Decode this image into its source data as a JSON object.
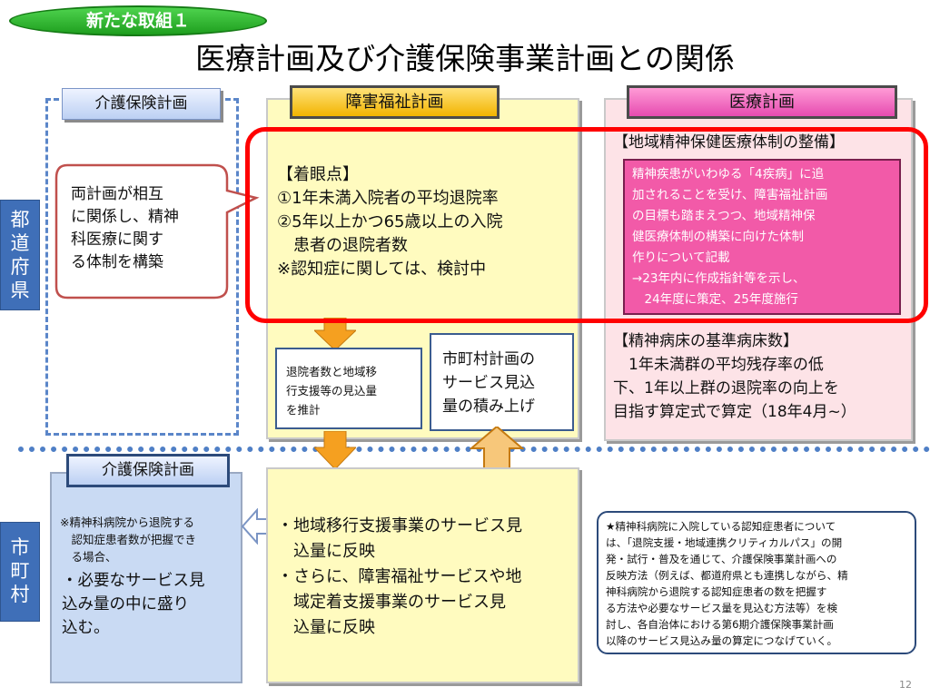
{
  "badge": "新たな取組１",
  "title": "医療計画及び介護保険事業計画との関係",
  "headers": {
    "kaigo_top": "介護保険計画",
    "shogai": "障害福祉計画",
    "iryo": "医療計画",
    "kaigo_bottom": "介護保険計画"
  },
  "side_labels": {
    "prefecture": [
      "都",
      "道",
      "府",
      "県"
    ],
    "municipality": [
      "市",
      "町",
      "村"
    ]
  },
  "callout": [
    "両計画が相互",
    "に関係し、精神",
    "科医療に関す",
    "る体制を構築"
  ],
  "focus_points": [
    "【着眼点】",
    "①1年未満入院者の平均退院率",
    "②5年以上かつ65歳以上の入院",
    "　患者の退院者数",
    "※認知症に関しては、検討中"
  ],
  "estimate_box": [
    "退院者数と地域移",
    "行支援等の見込量",
    "を推計"
  ],
  "municipal_plan_box": [
    "市町村計画の",
    "サービス見込",
    "量の積み上げ"
  ],
  "iryo_heading": "【地域精神保健医療体制の整備】",
  "iryo_magenta": [
    "精神疾患がいわゆる「4疾病」に追",
    "加されることを受け、障害福祉計画",
    "の目標も踏まえつつ、地域精神保",
    "健医療体制の構築に向けた体制",
    "作りについて記載",
    "→23年内に作成指針等を示し、",
    "　24年度に策定、25年度施行"
  ],
  "iryo_beds": [
    "【精神病床の基準病床数】",
    "　1年未満群の平均残存率の低",
    "下、1年以上群の退院率の向上を",
    "目指す算定式で算定（18年4月~）"
  ],
  "kaigo_note_small": [
    "※精神科病院から退院する",
    "　認知症患者数が把握でき",
    "　る場合、"
  ],
  "kaigo_note_large": [
    "・必要なサービス見",
    "込み量の中に盛り",
    "込む。"
  ],
  "shogai_bottom": [
    "・地域移行支援事業のサービス見",
    "　込量に反映",
    "・さらに、障害福祉サービスや地",
    "　域定着支援事業のサービス見",
    "　込量に反映"
  ],
  "star_note": [
    "★精神科病院に入院している認知症患者について",
    "は、「退院支援・地域連携クリティカルパス」の開",
    "発・試行・普及を通じて、介護保険事業計画への",
    "反映方法（例えば、都道府県とも連携しながら、精",
    "神科病院から退院する認知症患者の数を把握す",
    "る方法や必要なサービス量を見込む方法等）を検",
    "討し、各自治体における第6期介護保険事業計画",
    "以降のサービス見込み量の算定につなげていく。"
  ],
  "page_number": "12",
  "colors": {
    "badge_green": "#22a822",
    "side_blue": "#3f6fb8",
    "yellow_panel": "#fffbbf",
    "pink_panel": "#fde3e7",
    "magenta": "#f25aa8",
    "red_frame": "#ff0000",
    "arrow_orange": "#f5a020",
    "divider_blue": "#4f7fc6"
  }
}
